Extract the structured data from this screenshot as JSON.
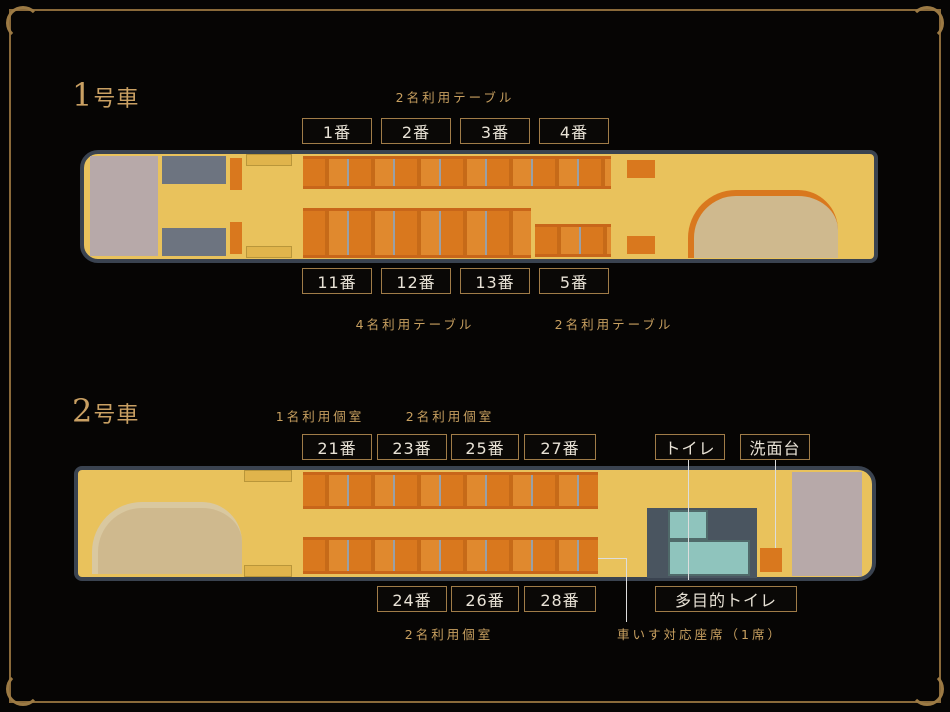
{
  "car1": {
    "title_num": "1",
    "title_suffix": "号車",
    "caption_top": "2名利用テーブル",
    "seats_top": [
      "1番",
      "2番",
      "3番",
      "4番"
    ],
    "seats_bottom": [
      "11番",
      "12番",
      "13番",
      "5番"
    ],
    "caption_bottom_left": "4名利用テーブル",
    "caption_bottom_right": "2名利用テーブル"
  },
  "car2": {
    "title_num": "2",
    "title_suffix": "号車",
    "caption_top_left": "1名利用個室",
    "caption_top_right": "2名利用個室",
    "seats_top": [
      "21番",
      "23番",
      "25番",
      "27番"
    ],
    "facility_toilet": "トイレ",
    "facility_washbasin": "洗面台",
    "seats_bottom": [
      "24番",
      "26番",
      "28番"
    ],
    "facility_multipurpose_toilet": "多目的トイレ",
    "caption_bottom_left": "2名利用個室",
    "caption_bottom_right": "車いす対応座席（1席）"
  },
  "colors": {
    "gold": "#c9a063",
    "floor": "#e9c25c",
    "seat": "#d9781e"
  }
}
